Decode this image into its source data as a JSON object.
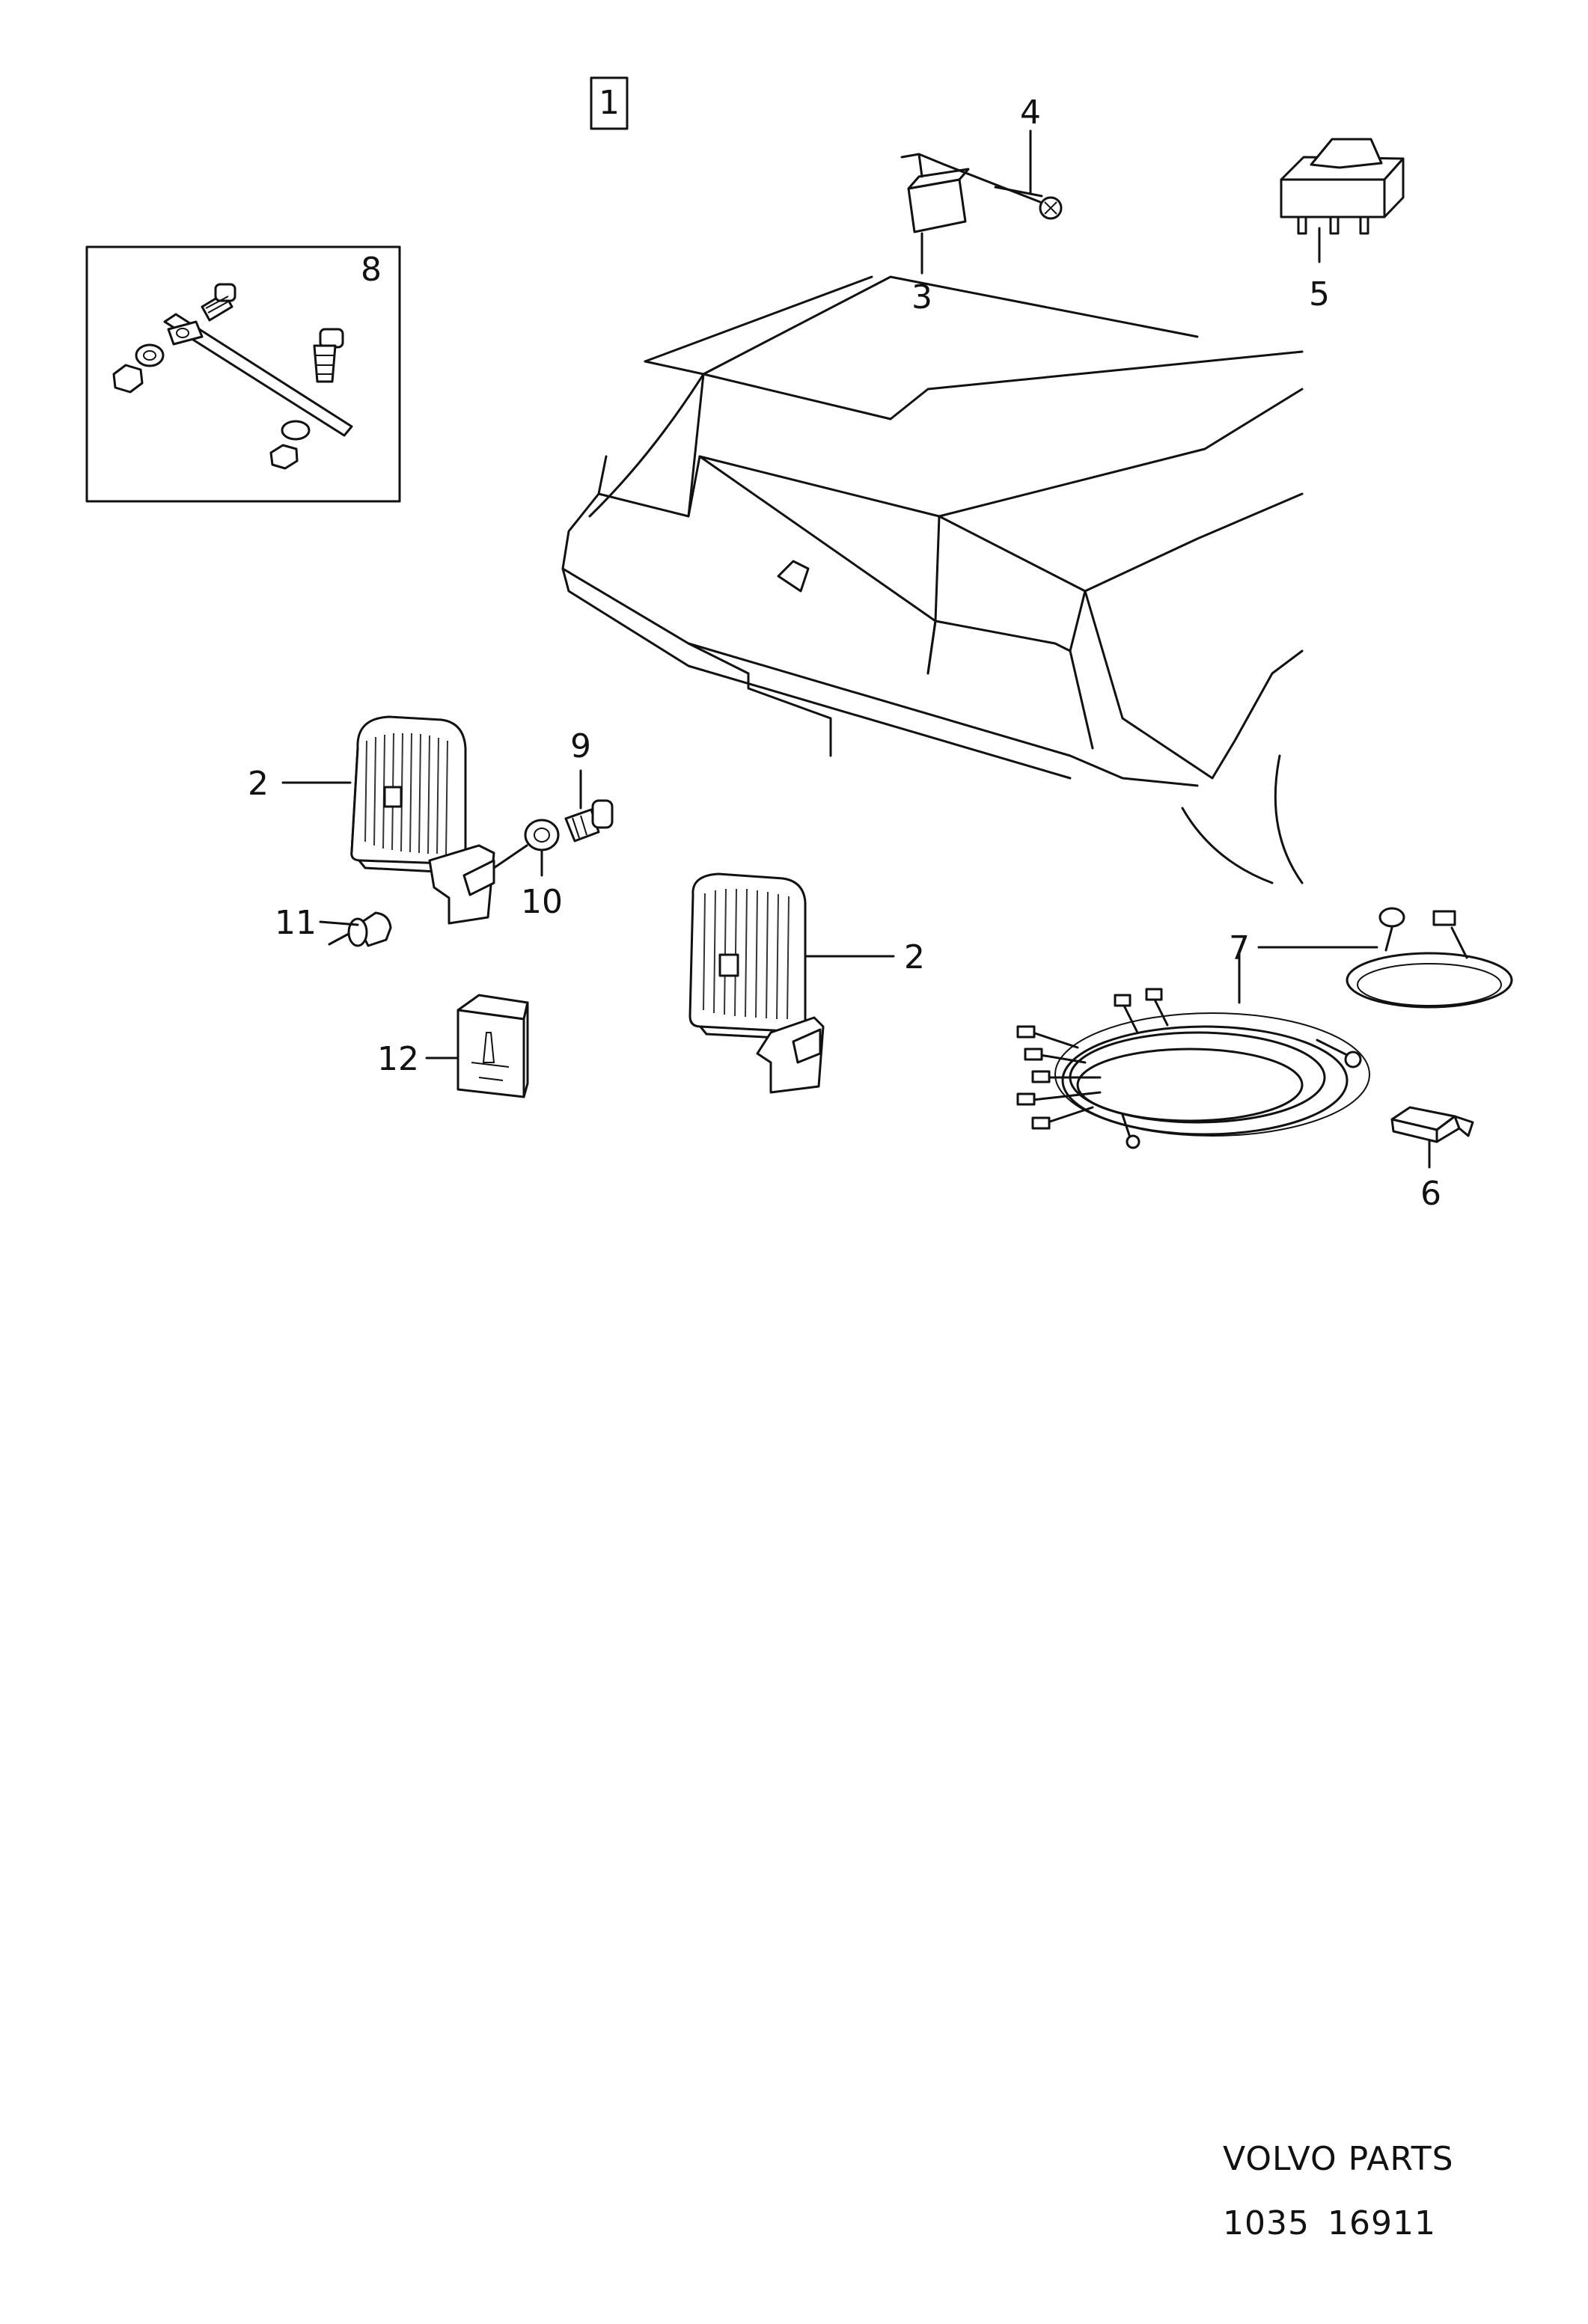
{
  "group_number": "1",
  "callouts": [
    {
      "id": "c2a",
      "text": "2"
    },
    {
      "id": "c2b",
      "text": "2"
    },
    {
      "id": "c3",
      "text": "3"
    },
    {
      "id": "c4",
      "text": "4"
    },
    {
      "id": "c5",
      "text": "5"
    },
    {
      "id": "c6",
      "text": "6"
    },
    {
      "id": "c7",
      "text": "7"
    },
    {
      "id": "c8",
      "text": "8"
    },
    {
      "id": "c9",
      "text": "9"
    },
    {
      "id": "c10",
      "text": "10"
    },
    {
      "id": "c11",
      "text": "11"
    },
    {
      "id": "c12",
      "text": "12"
    }
  ],
  "footer": {
    "brand": "VOLVO PARTS",
    "code_a": "1035",
    "code_b": "16911"
  },
  "icons": [
    "relay-icon",
    "screw-icon",
    "rocker-switch-icon",
    "fog-lamp-icon",
    "wiring-harness-icon",
    "connector-icon",
    "mounting-bracket-icon",
    "bolt-icon",
    "washer-icon",
    "bulb-icon",
    "fuse-box-icon",
    "car-front-icon"
  ]
}
